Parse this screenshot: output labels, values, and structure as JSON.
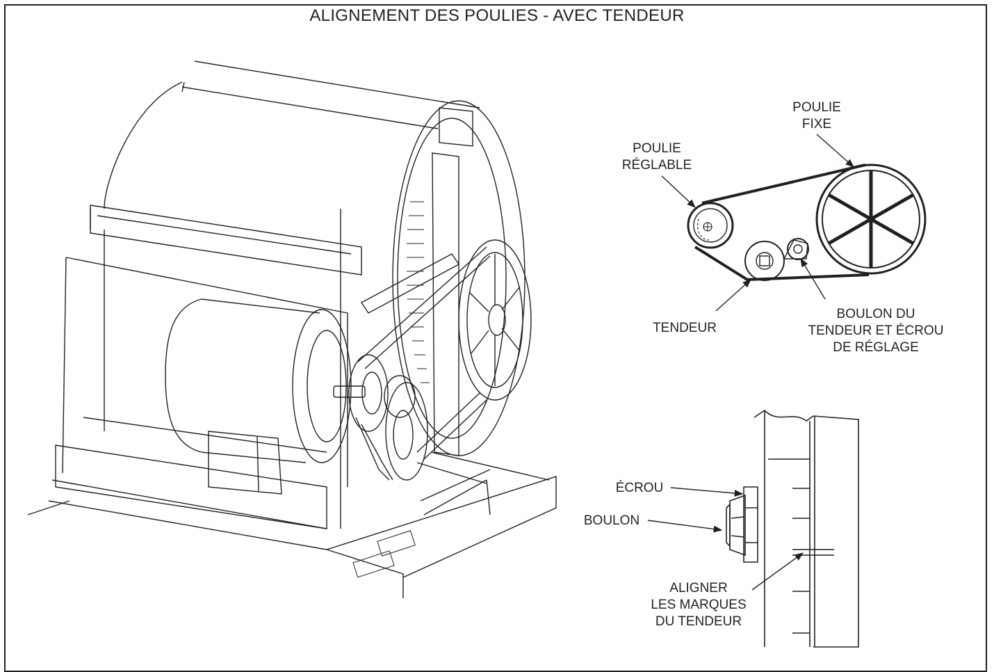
{
  "title": "ALIGNEMENT DES POULIES - AVEC TENDEUR",
  "labels": {
    "fixed_pulley": [
      "POULIE",
      "FIXE"
    ],
    "adjustable_pulley": [
      "POULIE",
      "RÉGLABLE"
    ],
    "tensioner": "TENDEUR",
    "tensioner_bolt_nut": [
      "BOULON DU",
      "TENDEUR ET ÉCROU",
      "DE RÉGLAGE"
    ],
    "nut": "ÉCROU",
    "bolt": "BOULON",
    "align_marks": [
      "ALIGNER",
      "LES MARQUES",
      "DU TENDEUR"
    ]
  },
  "colors": {
    "line": "#231f20",
    "background": "#ffffff"
  }
}
